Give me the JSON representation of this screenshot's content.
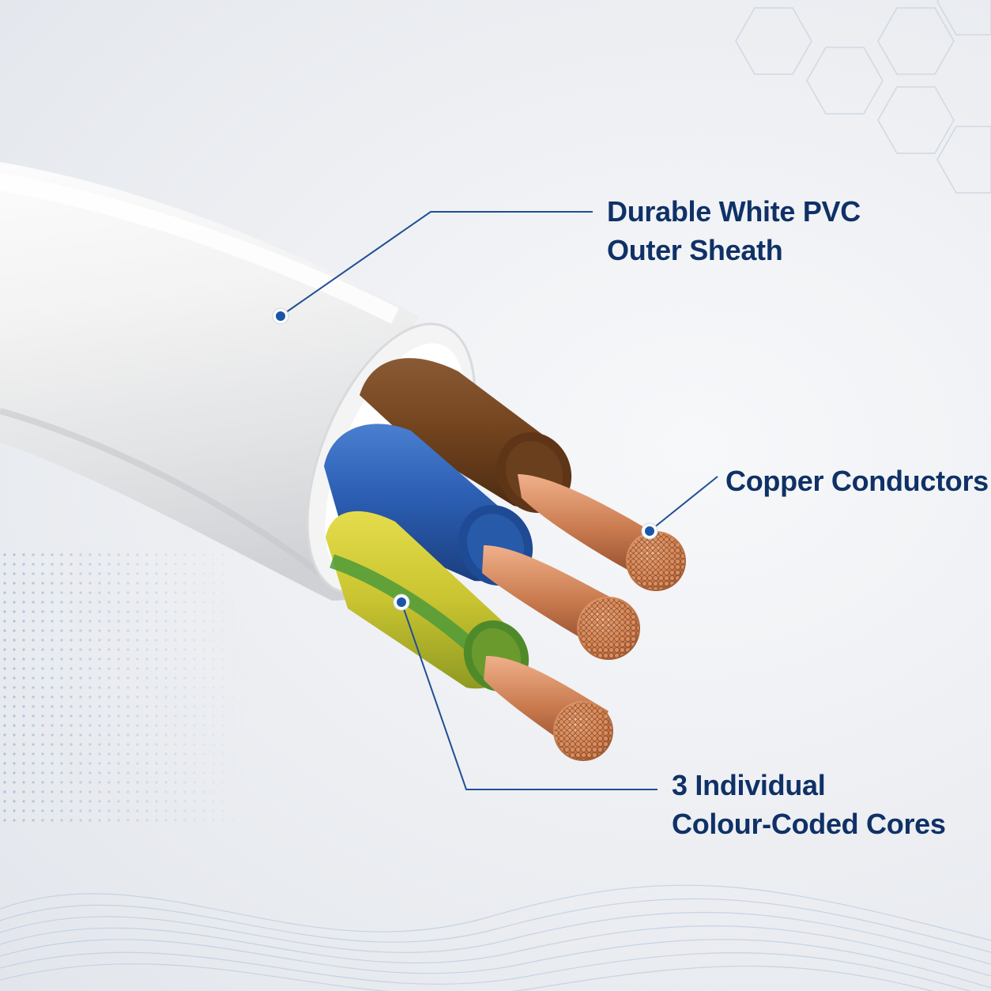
{
  "callouts": {
    "sheath": {
      "line1": "Durable White PVC",
      "line2": "Outer Sheath"
    },
    "copper": {
      "line1": "Copper Conductors"
    },
    "cores": {
      "line1": "3 Individual",
      "line2": "Colour-Coded Cores"
    }
  },
  "colors": {
    "label_text": "#0f3166",
    "callout_line": "#1f4f95",
    "callout_dot": "#1a56a8",
    "sheath": "#f1f1f1",
    "core_brown": "#6e4120",
    "core_blue": "#2c5fb4",
    "core_earth": "#c9c430",
    "earth_stripe": "#4d9a3a",
    "copper": "#c97a4e"
  },
  "icons": {
    "callout_marker": "filled-circle-dot",
    "decoration": [
      "hexagon-grid",
      "dot-halftone",
      "wave-lines"
    ]
  }
}
